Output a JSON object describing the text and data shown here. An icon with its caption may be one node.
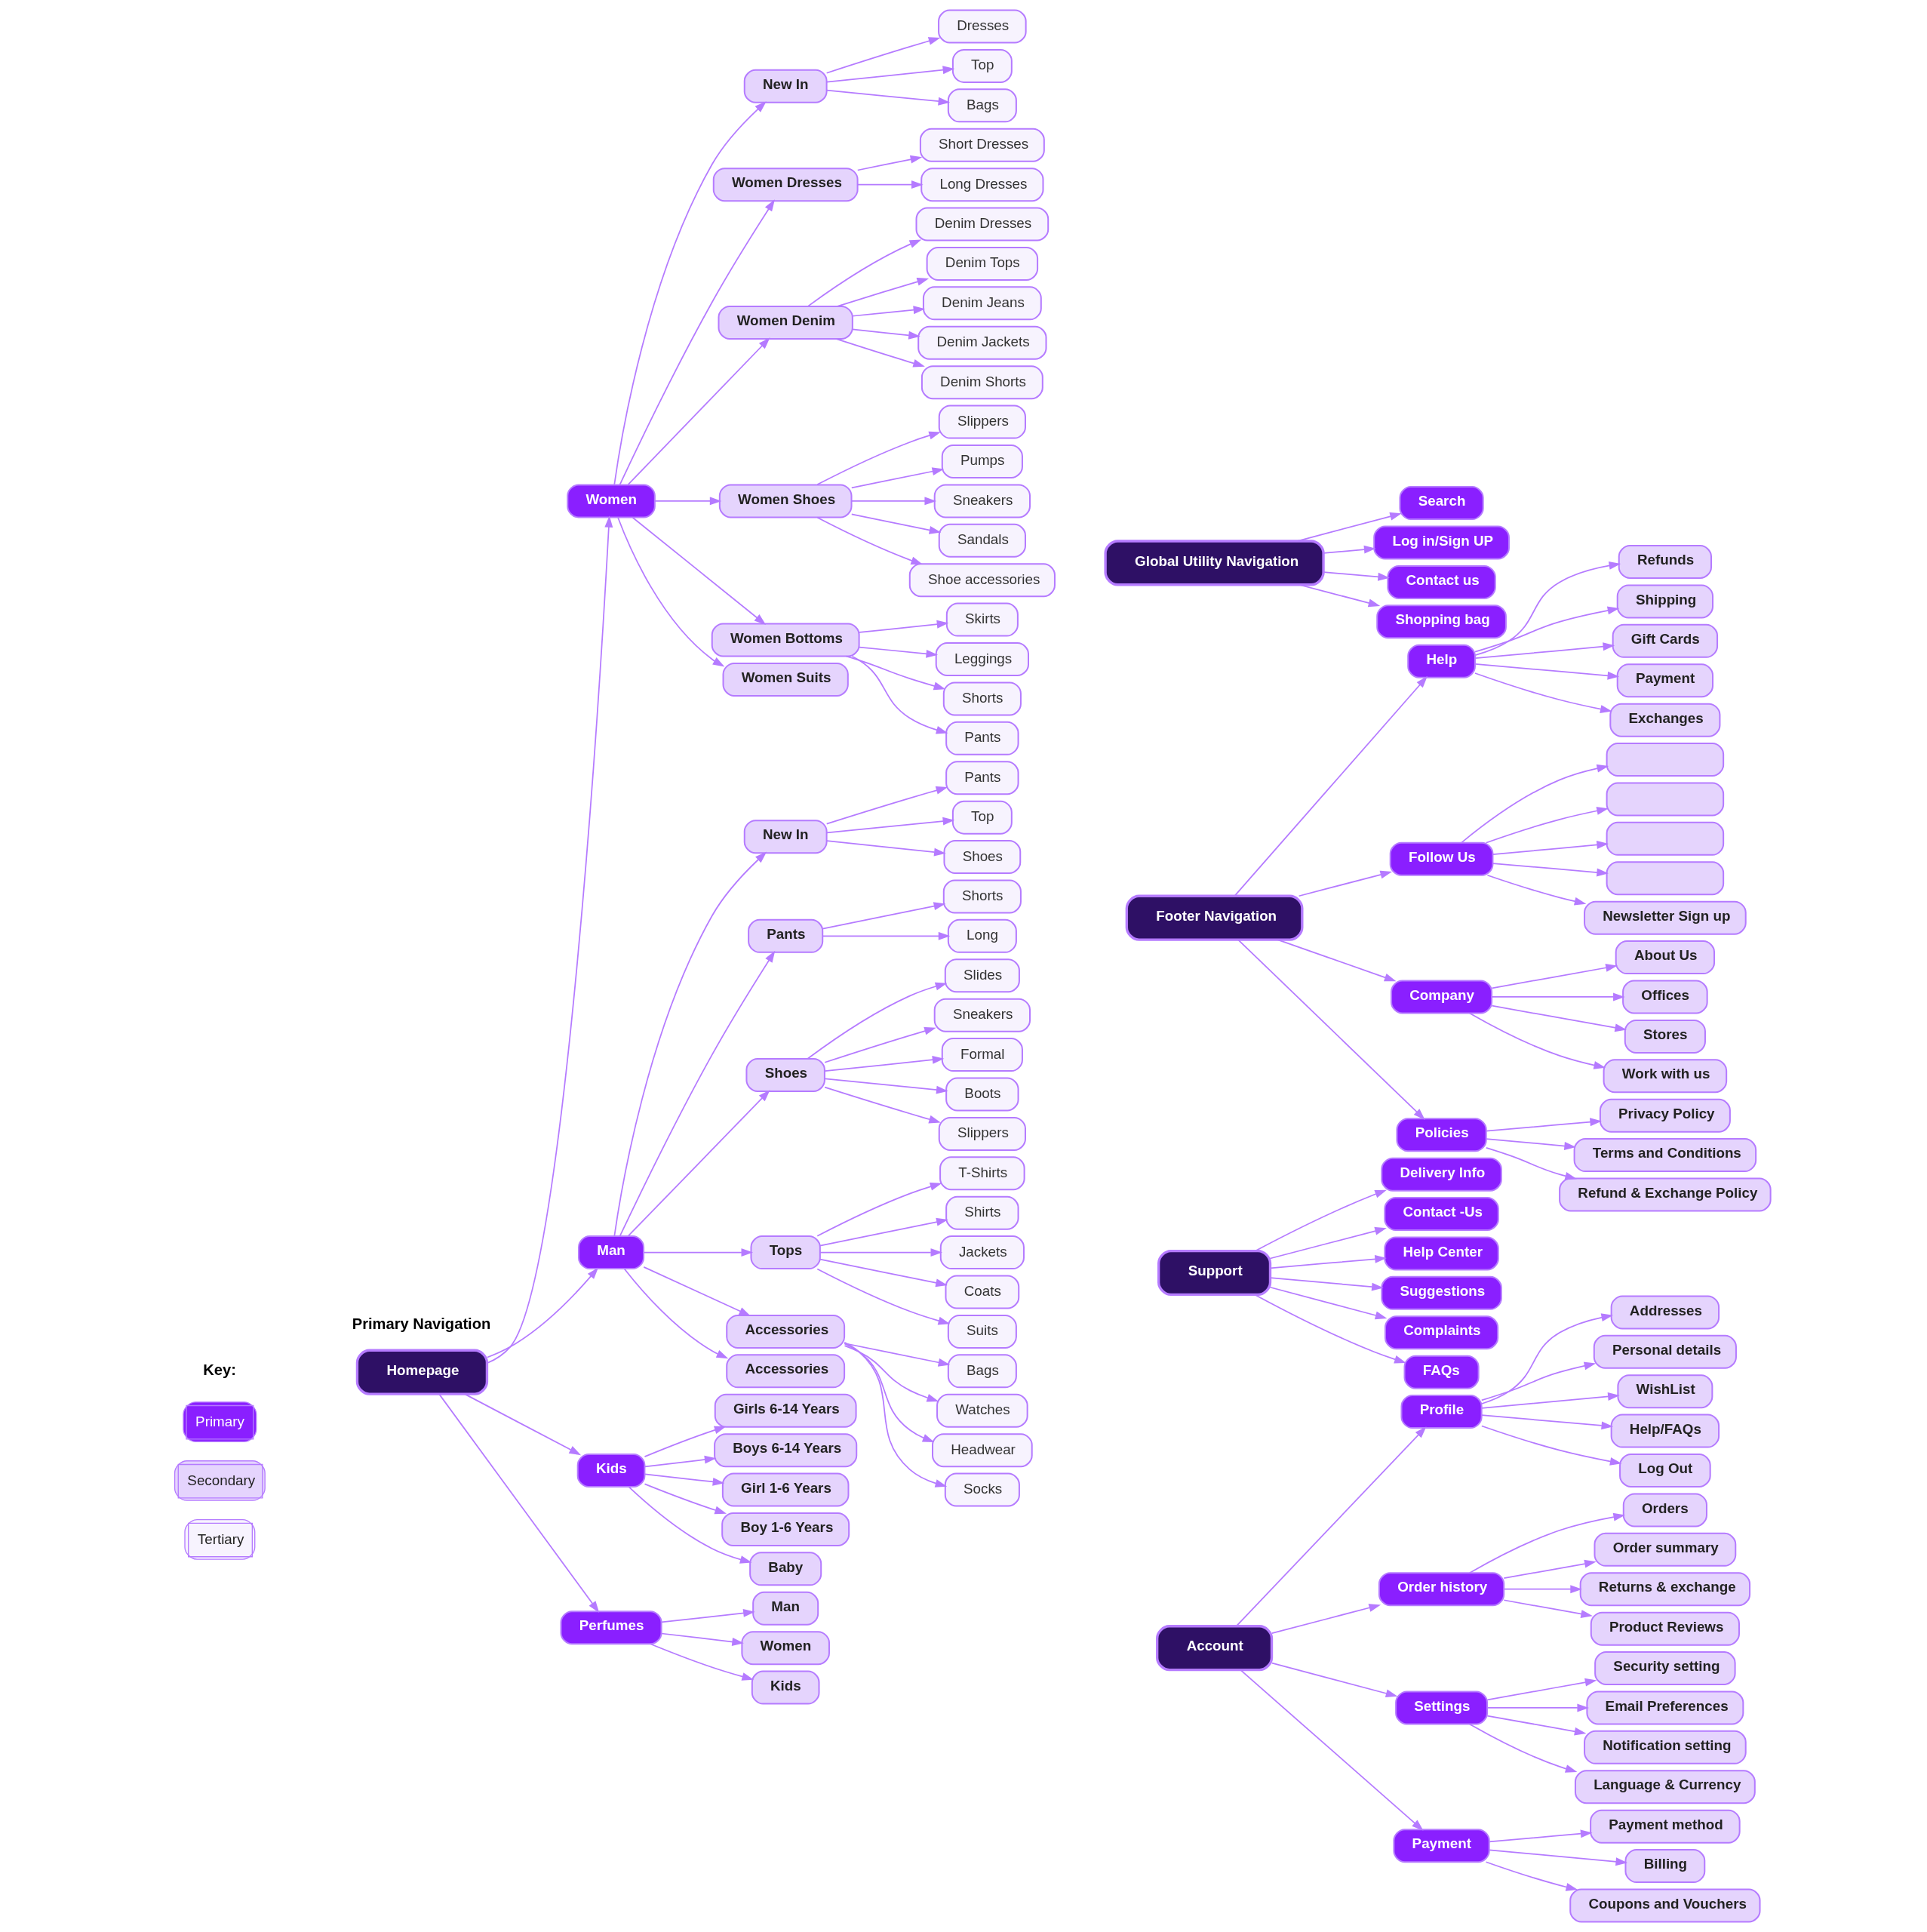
{
  "diagram": {
    "nodes": [
      {
        "text": [
          "Homepage"
        ]
      },
      {
        "text": [
          "Women"
        ]
      },
      {
        "text": [
          "New In"
        ]
      },
      {
        "text": [
          "Dresses"
        ]
      },
      {
        "text": [
          "Top"
        ]
      },
      {
        "text": [
          "Bags"
        ]
      },
      {
        "text": [
          "Women Dresses"
        ]
      },
      {
        "text": [
          "Short Dresses"
        ]
      },
      {
        "text": [
          "Long Dresses"
        ]
      },
      {
        "text": [
          "Women Denim"
        ]
      },
      {
        "text": [
          "Denim Dresses"
        ]
      },
      {
        "text": [
          "Denim Tops"
        ]
      },
      {
        "text": [
          "Denim Jeans"
        ]
      },
      {
        "text": [
          "Denim Jackets"
        ]
      },
      {
        "text": [
          "Denim Shorts"
        ]
      },
      {
        "text": [
          "Women Shoes"
        ]
      },
      {
        "text": [
          "Slippers"
        ]
      },
      {
        "text": [
          "Pumps"
        ]
      },
      {
        "text": [
          "Sneakers"
        ]
      },
      {
        "text": [
          "Sandals"
        ]
      },
      {
        "text": [
          "Shoe accessories"
        ]
      },
      {
        "text": [
          "Women Bottoms"
        ]
      },
      {
        "text": [
          "Skirts"
        ]
      },
      {
        "text": [
          "Leggings"
        ]
      },
      {
        "text": [
          "Shorts"
        ]
      },
      {
        "text": [
          "Pants"
        ]
      },
      {
        "text": [
          "Women Suits"
        ]
      },
      {
        "text": [
          "Man"
        ]
      },
      {
        "text": [
          "New In"
        ]
      },
      {
        "text": [
          "Pants"
        ]
      },
      {
        "text": [
          "Top"
        ]
      },
      {
        "text": [
          "Shoes"
        ]
      },
      {
        "text": [
          "Pants"
        ]
      },
      {
        "text": [
          "Shorts"
        ]
      },
      {
        "text": [
          "Long"
        ]
      },
      {
        "text": [
          "Shoes"
        ]
      },
      {
        "text": [
          "Slides"
        ]
      },
      {
        "text": [
          "Sneakers"
        ]
      },
      {
        "text": [
          "Formal"
        ]
      },
      {
        "text": [
          "Boots"
        ]
      },
      {
        "text": [
          "Slippers"
        ]
      },
      {
        "text": [
          "Tops"
        ]
      },
      {
        "text": [
          "T-Shirts"
        ]
      },
      {
        "text": [
          "Shirts"
        ]
      },
      {
        "text": [
          "Jackets"
        ]
      },
      {
        "text": [
          "Coats"
        ]
      },
      {
        "text": [
          "Suits"
        ]
      },
      {
        "text": [
          "Accessories"
        ]
      },
      {
        "text": [
          "Bags"
        ]
      },
      {
        "text": [
          "Watches"
        ]
      },
      {
        "text": [
          "Headwear"
        ]
      },
      {
        "text": [
          "Socks"
        ]
      },
      {
        "text": [
          "Accessories"
        ]
      },
      {
        "text": [
          "Kids"
        ]
      },
      {
        "text": [
          "Girls 6-14 Years"
        ]
      },
      {
        "text": [
          "Boys 6-14 Years"
        ]
      },
      {
        "text": [
          "Girl 1-6 Years"
        ]
      },
      {
        "text": [
          "Boy 1-6 Years"
        ]
      },
      {
        "text": [
          "Baby"
        ]
      },
      {
        "text": [
          "Perfumes"
        ]
      },
      {
        "text": [
          "Man"
        ]
      },
      {
        "text": [
          "Women"
        ]
      },
      {
        "text": [
          "Kids"
        ]
      },
      {
        "text": [
          "Global Utility Navigation"
        ]
      },
      {
        "text": [
          "Search"
        ]
      },
      {
        "text": [
          "Log in/Sign UP"
        ]
      },
      {
        "text": [
          "Contact us"
        ]
      },
      {
        "text": [
          "Shopping bag"
        ]
      },
      {
        "text": [
          "Footer Navigation"
        ]
      },
      {
        "text": [
          "Help"
        ]
      },
      {
        "text": [
          "Refunds"
        ]
      },
      {
        "text": [
          "Shipping"
        ]
      },
      {
        "text": [
          "Gift Cards"
        ]
      },
      {
        "text": [
          "Payment"
        ]
      },
      {
        "text": [
          "Exchanges"
        ]
      },
      {
        "text": [
          "Follow Us"
        ]
      },
      {
        "text": [],
        "shape": "box"
      },
      {
        "text": [],
        "shape": "box"
      },
      {
        "text": [],
        "shape": "box"
      },
      {
        "text": [],
        "shape": "box"
      },
      {
        "text": [
          "Newsletter Sign up"
        ]
      },
      {
        "text": [
          "Company"
        ]
      },
      {
        "text": [
          "About Us"
        ]
      },
      {
        "text": [
          "Offices"
        ]
      },
      {
        "text": [
          "Stores"
        ]
      },
      {
        "text": [
          "Work with us"
        ]
      },
      {
        "text": [
          "Policies"
        ]
      },
      {
        "text": [
          "Privacy Policy"
        ]
      },
      {
        "text": [
          "Terms and Conditions"
        ]
      },
      {
        "text": [
          "Refund & Exchange Policy"
        ]
      },
      {
        "text": [
          "Support"
        ]
      },
      {
        "text": [
          "Delivery Info"
        ]
      },
      {
        "text": [
          "Contact -Us"
        ]
      },
      {
        "text": [
          "Help Center"
        ]
      },
      {
        "text": [
          "Suggestions"
        ]
      },
      {
        "text": [
          "Complaints"
        ]
      },
      {
        "text": [
          "FAQs"
        ]
      },
      {
        "text": [
          "Account"
        ]
      },
      {
        "text": [
          "Profile"
        ]
      },
      {
        "text": [
          "Addresses"
        ]
      },
      {
        "text": [
          "Personal details"
        ]
      },
      {
        "text": [
          "WishList"
        ]
      },
      {
        "text": [
          "Help/FAQs"
        ]
      },
      {
        "text": [
          "Log Out"
        ]
      },
      {
        "text": [
          "Order history"
        ]
      },
      {
        "text": [
          "Orders"
        ]
      },
      {
        "text": [
          "Order summary"
        ]
      },
      {
        "text": [
          "Returns & exchange"
        ]
      },
      {
        "text": [
          "Product Reviews"
        ]
      },
      {
        "text": [
          "Settings"
        ]
      },
      {
        "text": [
          "Security setting"
        ]
      },
      {
        "text": [
          "Email Preferences"
        ]
      },
      {
        "text": [
          "Notification setting"
        ]
      },
      {
        "text": [
          "Language & Currency"
        ]
      },
      {
        "text": [
          "Payment"
        ]
      },
      {
        "text": [
          "Payment method"
        ]
      },
      {
        "text": [
          "Billing"
        ]
      },
      {
        "text": [
          "Coupons and Vouchers"
        ]
      }
    ],
    "edges": [
      {
        "from": 0,
        "to": 1,
        "arrow": "to"
      },
      {
        "from": 0,
        "to": 27,
        "arrow": "to"
      },
      {
        "from": 0,
        "to": 53,
        "arrow": "to"
      },
      {
        "from": 0,
        "to": 59,
        "arrow": "to"
      },
      {
        "from": 1,
        "to": 2,
        "arrow": "to"
      },
      {
        "from": 2,
        "to": 3,
        "arrow": "to"
      },
      {
        "from": 2,
        "to": 4,
        "arrow": "to"
      },
      {
        "from": 2,
        "to": 5,
        "arrow": "to"
      },
      {
        "from": 1,
        "to": 6,
        "arrow": "to"
      },
      {
        "from": 6,
        "to": 7,
        "arrow": "to"
      },
      {
        "from": 6,
        "to": 8,
        "arrow": "to"
      },
      {
        "from": 1,
        "to": 9,
        "arrow": "to"
      },
      {
        "from": 9,
        "to": 10,
        "arrow": "to"
      },
      {
        "from": 9,
        "to": 11,
        "arrow": "to"
      },
      {
        "from": 9,
        "to": 12,
        "arrow": "to"
      },
      {
        "from": 9,
        "to": 13,
        "arrow": "to"
      },
      {
        "from": 9,
        "to": 14,
        "arrow": "to"
      },
      {
        "from": 1,
        "to": 15,
        "arrow": "to"
      },
      {
        "from": 15,
        "to": 16,
        "arrow": "to"
      },
      {
        "from": 15,
        "to": 17,
        "arrow": "to"
      },
      {
        "from": 15,
        "to": 18,
        "arrow": "to"
      },
      {
        "from": 15,
        "to": 19,
        "arrow": "to"
      },
      {
        "from": 15,
        "to": 20,
        "arrow": "to"
      },
      {
        "from": 1,
        "to": 21,
        "arrow": "to"
      },
      {
        "from": 21,
        "to": 22,
        "arrow": "to"
      },
      {
        "from": 21,
        "to": 23,
        "arrow": "to"
      },
      {
        "from": 21,
        "to": 24,
        "arrow": "to"
      },
      {
        "from": 21,
        "to": 25,
        "arrow": "to"
      },
      {
        "from": 1,
        "to": 26,
        "arrow": "to"
      },
      {
        "from": 27,
        "to": 28,
        "arrow": "to"
      },
      {
        "from": 28,
        "to": 29,
        "arrow": "to"
      },
      {
        "from": 28,
        "to": 30,
        "arrow": "to"
      },
      {
        "from": 28,
        "to": 31,
        "arrow": "to"
      },
      {
        "from": 27,
        "to": 32,
        "arrow": "to"
      },
      {
        "from": 32,
        "to": 33,
        "arrow": "to"
      },
      {
        "from": 32,
        "to": 34,
        "arrow": "to"
      },
      {
        "from": 27,
        "to": 35,
        "arrow": "to"
      },
      {
        "from": 35,
        "to": 36,
        "arrow": "to"
      },
      {
        "from": 35,
        "to": 37,
        "arrow": "to"
      },
      {
        "from": 35,
        "to": 38,
        "arrow": "to"
      },
      {
        "from": 35,
        "to": 39,
        "arrow": "to"
      },
      {
        "from": 35,
        "to": 40,
        "arrow": "to"
      },
      {
        "from": 27,
        "to": 41,
        "arrow": "to"
      },
      {
        "from": 41,
        "to": 42,
        "arrow": "to"
      },
      {
        "from": 41,
        "to": 43,
        "arrow": "to"
      },
      {
        "from": 41,
        "to": 44,
        "arrow": "to"
      },
      {
        "from": 41,
        "to": 45,
        "arrow": "to"
      },
      {
        "from": 41,
        "to": 46,
        "arrow": "to"
      },
      {
        "from": 27,
        "to": 47,
        "arrow": "to"
      },
      {
        "from": 47,
        "to": 48,
        "arrow": "to"
      },
      {
        "from": 47,
        "to": 49,
        "arrow": "to"
      },
      {
        "from": 47,
        "to": 50,
        "arrow": "to"
      },
      {
        "from": 47,
        "to": 51,
        "arrow": "to"
      },
      {
        "from": 27,
        "to": 52,
        "arrow": "to"
      },
      {
        "from": 53,
        "to": 54,
        "arrow": "to"
      },
      {
        "from": 53,
        "to": 55,
        "arrow": "to"
      },
      {
        "from": 53,
        "to": 56,
        "arrow": "to"
      },
      {
        "from": 53,
        "to": 57,
        "arrow": "to"
      },
      {
        "from": 53,
        "to": 58,
        "arrow": "to"
      },
      {
        "from": 59,
        "to": 60,
        "arrow": "to"
      },
      {
        "from": 59,
        "to": 61,
        "arrow": "to"
      },
      {
        "from": 59,
        "to": 62,
        "arrow": "to"
      },
      {
        "from": 63,
        "to": 64,
        "arrow": "to"
      },
      {
        "from": 63,
        "to": 65,
        "arrow": "to"
      },
      {
        "from": 63,
        "to": 66,
        "arrow": "to"
      },
      {
        "from": 63,
        "to": 67,
        "arrow": "to"
      },
      {
        "from": 68,
        "to": 69,
        "arrow": "to"
      },
      {
        "from": 68,
        "to": 75,
        "arrow": "to"
      },
      {
        "from": 68,
        "to": 81,
        "arrow": "to"
      },
      {
        "from": 68,
        "to": 86,
        "arrow": "to"
      },
      {
        "from": 69,
        "to": 70,
        "arrow": "to"
      },
      {
        "from": 69,
        "to": 71,
        "arrow": "to"
      },
      {
        "from": 69,
        "to": 72,
        "arrow": "to"
      },
      {
        "from": 69,
        "to": 73,
        "arrow": "to"
      },
      {
        "from": 69,
        "to": 74,
        "arrow": "to"
      },
      {
        "from": 75,
        "to": 76,
        "arrow": "to"
      },
      {
        "from": 75,
        "to": 77,
        "arrow": "to"
      },
      {
        "from": 75,
        "to": 78,
        "arrow": "to"
      },
      {
        "from": 75,
        "to": 79,
        "arrow": "to"
      },
      {
        "from": 75,
        "to": 80,
        "arrow": "to"
      },
      {
        "from": 81,
        "to": 82,
        "arrow": "to"
      },
      {
        "from": 81,
        "to": 83,
        "arrow": "to"
      },
      {
        "from": 81,
        "to": 84,
        "arrow": "to"
      },
      {
        "from": 81,
        "to": 85,
        "arrow": "to"
      },
      {
        "from": 86,
        "to": 87,
        "arrow": "to"
      },
      {
        "from": 86,
        "to": 88,
        "arrow": "to"
      },
      {
        "from": 86,
        "to": 89,
        "arrow": "to"
      },
      {
        "from": 90,
        "to": 91,
        "arrow": "to"
      },
      {
        "from": 90,
        "to": 92,
        "arrow": "to"
      },
      {
        "from": 90,
        "to": 93,
        "arrow": "to"
      },
      {
        "from": 90,
        "to": 94,
        "arrow": "to"
      },
      {
        "from": 90,
        "to": 95,
        "arrow": "to"
      },
      {
        "from": 90,
        "to": 96,
        "arrow": "to"
      },
      {
        "from": 97,
        "to": 98,
        "arrow": "to"
      },
      {
        "from": 97,
        "to": 104,
        "arrow": "to"
      },
      {
        "from": 97,
        "to": 109,
        "arrow": "to"
      },
      {
        "from": 97,
        "to": 114,
        "arrow": "to"
      },
      {
        "from": 98,
        "to": 99,
        "arrow": "to"
      },
      {
        "from": 98,
        "to": 100,
        "arrow": "to"
      },
      {
        "from": 98,
        "to": 101,
        "arrow": "to"
      },
      {
        "from": 98,
        "to": 102,
        "arrow": "to"
      },
      {
        "from": 98,
        "to": 103,
        "arrow": "to"
      },
      {
        "from": 104,
        "to": 105,
        "arrow": "to"
      },
      {
        "from": 104,
        "to": 106,
        "arrow": "to"
      },
      {
        "from": 104,
        "to": 107,
        "arrow": "to"
      },
      {
        "from": 104,
        "to": 108,
        "arrow": "to"
      },
      {
        "from": 109,
        "to": 110,
        "arrow": "to"
      },
      {
        "from": 109,
        "to": 111,
        "arrow": "to"
      },
      {
        "from": 109,
        "to": 112,
        "arrow": "to"
      },
      {
        "from": 109,
        "to": 113,
        "arrow": "to"
      },
      {
        "from": 114,
        "to": 115,
        "arrow": "to"
      },
      {
        "from": 114,
        "to": 116,
        "arrow": "to"
      },
      {
        "from": 114,
        "to": 117,
        "arrow": "to"
      }
    ],
    "labels": [
      "Key:",
      "Primary Navigation"
    ],
    "legend": [
      {
        "text": "Primary",
        "color": "#8a1fff"
      },
      {
        "text": "Secondary",
        "color": "#e5d4fd"
      },
      {
        "text": "Tertiary",
        "color": "#f7f3fe"
      }
    ]
  }
}
